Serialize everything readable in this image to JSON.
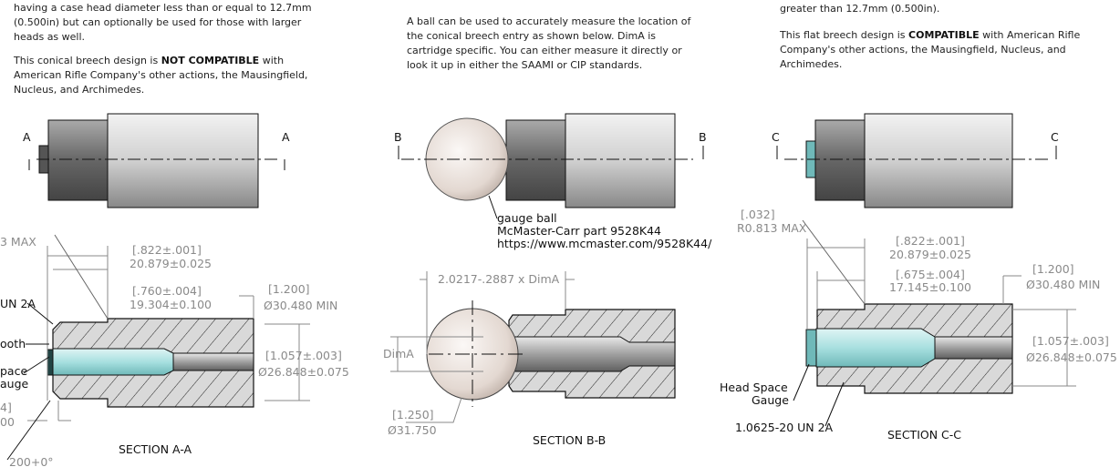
{
  "left_text": {
    "p1_lines": [
      "having a case head diameter less than or equal to 12.7mm",
      "(0.500in) but can optionally be used for those with larger",
      "heads as well."
    ],
    "p2_pre": "This conical breech design is ",
    "p2_bold": "NOT COMPATIBLE",
    "p2_post": " with",
    "p2_lines": [
      "American Rifle Company's other actions, the Mausingfield,",
      "Nucleus, and Archimedes."
    ]
  },
  "middle_text": {
    "lines": [
      "A ball can be used to accurately measure the location of",
      "the conical breech entry as shown below.  DimA is",
      "cartridge specific.  You can either measure it directly or",
      "look it up in either the SAAMI or CIP standards."
    ]
  },
  "right_text": {
    "p1_line": "greater than 12.7mm (0.500in).",
    "p2_pre": "This flat breech design is ",
    "p2_bold": "COMPATIBLE",
    "p2_post": " with American Rifle",
    "p2_lines": [
      "Company's other actions, the Mausingfield, Nucleus, and",
      "Archimedes."
    ]
  },
  "section_markers": {
    "a": "A",
    "b": "B",
    "c": "C"
  },
  "section_a": {
    "title": "SECTION A-A",
    "partial_labels": [
      "3 MAX",
      "UN 2A",
      "ooth",
      "pace",
      "auge",
      "4]",
      "00",
      "200+0°"
    ],
    "dim1_in": "[.822±.001]",
    "dim1_mm": "20.879±0.025",
    "dim2_in": "[.760±.004]",
    "dim2_mm": "19.304±0.100",
    "od_in": "[1.200]",
    "od_mm": "Ø30.480 MIN",
    "bore_in": "[1.057±.003]",
    "bore_mm": "Ø26.848±0.075"
  },
  "section_b": {
    "title": "SECTION B-B",
    "callout": [
      "gauge ball",
      "McMaster-Carr part 9528K44",
      "https://www.mcmaster.com/9528K44/"
    ],
    "formula": "2.0217-.2887 x DimA",
    "dima": "DimA",
    "ball_in": "[1.250]",
    "ball_mm": "Ø31.750"
  },
  "section_c": {
    "title": "SECTION C-C",
    "radius_in": "[.032]",
    "radius_mm": "R0.813 MAX",
    "dim1_in": "[.822±.001]",
    "dim1_mm": "20.879±0.025",
    "dim2_in": "[.675±.004]",
    "dim2_mm": "17.145±0.100",
    "od_in": "[1.200]",
    "od_mm": "Ø30.480 MIN",
    "bore_in": "[1.057±.003]",
    "bore_mm": "Ø26.848±0.075",
    "gauge_label": [
      "Head Space",
      "Gauge"
    ],
    "thread_label": "1.0625-20 UN 2A"
  },
  "colors": {
    "hatch_fill": "#d9d9d9",
    "case": "#a8e0e0",
    "ball": "#e6dcd6",
    "dim": "#8a8a8a"
  }
}
